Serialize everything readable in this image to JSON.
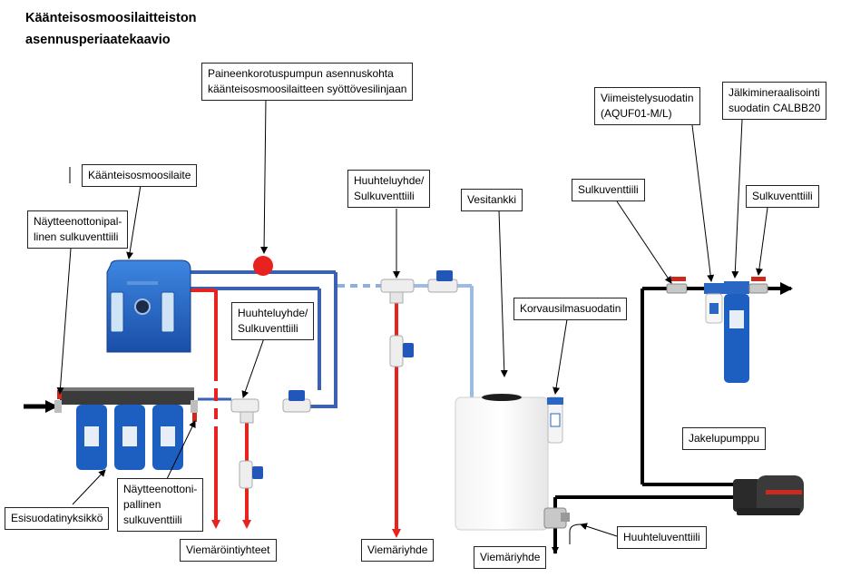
{
  "title": {
    "line1": "Käänteisosmoosilaitteiston",
    "line2": "asennusperiaatekaavio"
  },
  "labels": {
    "pump": {
      "line1": "Paineenkorotuspumpun asennuskohta",
      "line2": "käänteisosmoosilaitteen syöttövesilinjaan"
    },
    "ro_unit": {
      "line1": "Käänteisosmoosilaite"
    },
    "sample_valve_top": {
      "line1": "Näytteenottonipal-",
      "line2": "linen sulkuventtiili"
    },
    "flush_mid": {
      "line1": "Huuhteluyhde/",
      "line2": "Sulkuventtiili"
    },
    "flush_top": {
      "line1": "Huuhteluyhde/",
      "line2": "Sulkuventtiili"
    },
    "tank": {
      "line1": "Vesitankki"
    },
    "air_filter": {
      "line1": "Korvausilmasuodatin"
    },
    "finish_filter": {
      "line1": "Viimeistelysuodatin",
      "line2": "(AQUF01-M/L)"
    },
    "remin_filter": {
      "line1": "Jälkimineraalisointi",
      "line2": "suodatin CALBB20"
    },
    "shutoff_left": {
      "line1": "Sulkuventtiili"
    },
    "shutoff_right": {
      "line1": "Sulkuventtiili"
    },
    "dist_pump": {
      "line1": "Jakelupumppu"
    },
    "prefilter": {
      "line1": "Esisuodatinyksikkö"
    },
    "sample_valve_bottom": {
      "line1": "Näytteenottoni-",
      "line2": "pallinen",
      "line3": "sulkuventtiili"
    },
    "drain_left": {
      "line1": "Viemäröintiyhteet"
    },
    "drain_mid": {
      "line1": "Viemäriyhde"
    },
    "flush_valve": {
      "line1": "Huuhteluventtiili"
    },
    "drain_right": {
      "line1": "Viemäriyhde"
    }
  },
  "colors": {
    "feed_pipe": "#3a62b0",
    "permeate_pipe": "#9dbbe3",
    "drain_pipe": "#e8221f",
    "output_pipe": "#000000",
    "equipment_blue": "#2a66c4",
    "valve_handle": "#cc2a1e"
  }
}
